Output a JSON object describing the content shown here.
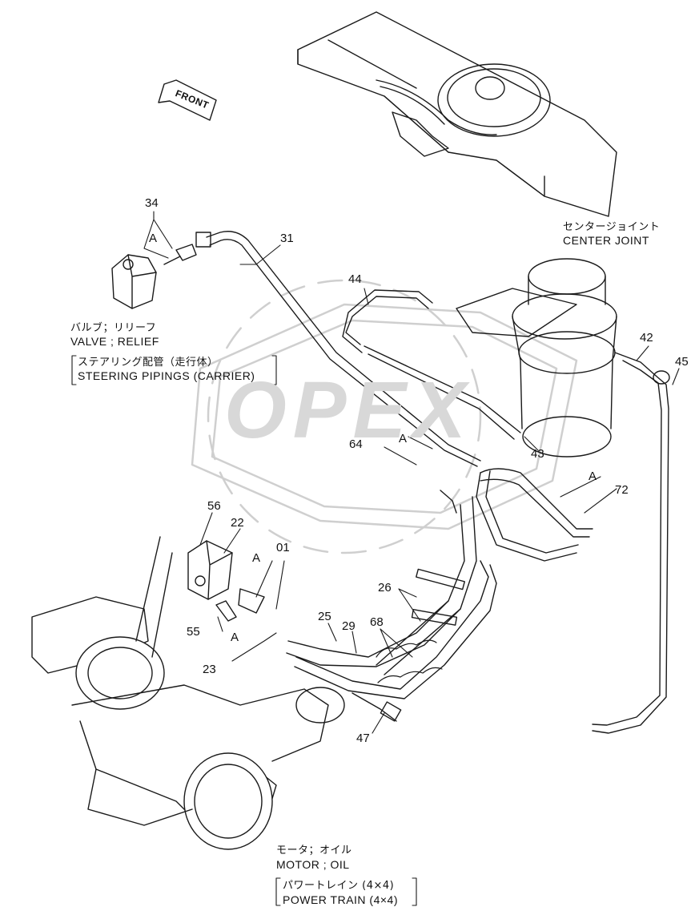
{
  "front_arrow": "FRONT",
  "watermark": "OPEX",
  "labels": {
    "center_joint_jp": "センタージョイント",
    "center_joint_en": "CENTER JOINT",
    "valve_jp": "バルブ；リリーフ",
    "valve_en": "VALVE ; RELIEF",
    "steering_jp": "ステアリング配管（走行体）",
    "steering_en": "STEERING PIPINGS (CARRIER)",
    "motor_jp": "モータ；オイル",
    "motor_en": "MOTOR ; OIL",
    "power_jp": "パワートレイン (4×4)",
    "power_en": "POWER TRAIN (4×4)"
  },
  "callouts": {
    "p34": "34",
    "p31": "31",
    "p44": "44",
    "p42": "42",
    "p45": "45",
    "p64": "64",
    "p43": "43",
    "p72": "72",
    "p56": "56",
    "p22": "22",
    "p01": "01",
    "p26": "26",
    "p25": "25",
    "p29": "29",
    "p68": "68",
    "p55": "55",
    "p23": "23",
    "p47": "47"
  },
  "ref_marks": {
    "a1": "A",
    "a2": "A",
    "a3": "A",
    "a4": "A",
    "a5": "A"
  }
}
